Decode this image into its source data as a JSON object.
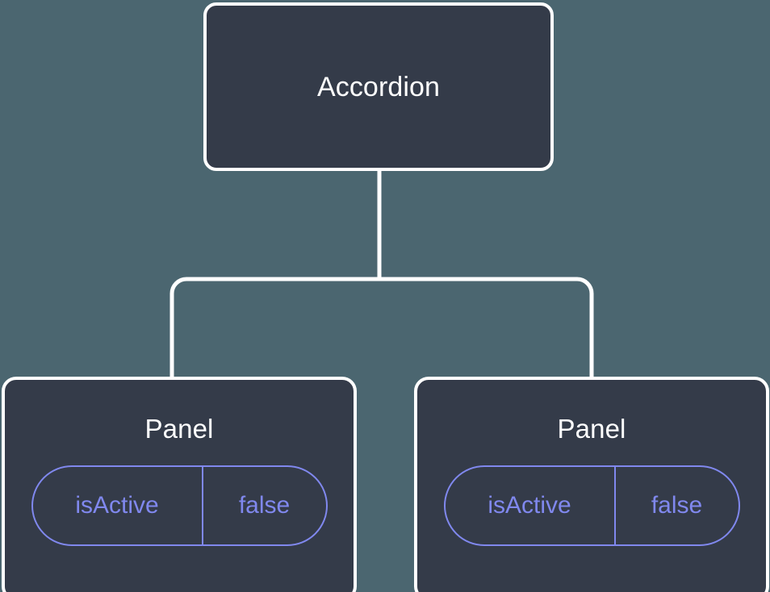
{
  "canvas": {
    "background_color": "#4b6670",
    "node_fill_color": "#343b49",
    "node_border_color": "#ffffff",
    "edge_color": "#ffffff",
    "accent_color": "#8088ee",
    "title_text_color": "#ffffff"
  },
  "tree": {
    "root": {
      "label": "Accordion"
    },
    "children": [
      {
        "label": "Panel",
        "state": {
          "key": "isActive",
          "value": "false"
        }
      },
      {
        "label": "Panel",
        "state": {
          "key": "isActive",
          "value": "false"
        }
      }
    ]
  }
}
